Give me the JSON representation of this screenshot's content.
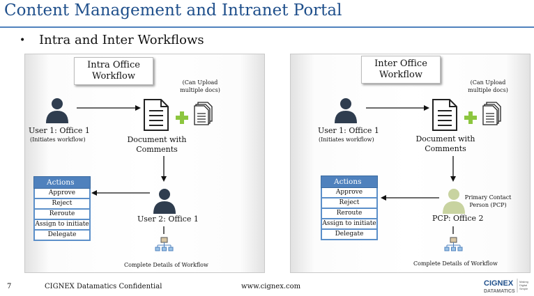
{
  "slide": {
    "title": "Content Management and Intranet Portal",
    "bullet": "Intra and Inter Workflows"
  },
  "intra": {
    "workflow_label": "Intra Office Workflow",
    "upload_note": "(Can Upload multiple docs)",
    "user1": "User 1: Office 1",
    "initiates": "(Initiates workflow)",
    "document": "Document with Comments",
    "user2": "User 2: Office 1",
    "actions_header": "Actions",
    "actions": [
      "Approve",
      "Reject",
      "Reroute",
      "Assign to initiate",
      "Delegate"
    ],
    "complete": "Complete Details of Workflow"
  },
  "inter": {
    "workflow_label": "Inter Office Workflow",
    "upload_note": "(Can Upload multiple docs)",
    "user1": "User 1: Office 1",
    "initiates": "(Initiates workflow)",
    "document": "Document with Comments",
    "pcp_note": "Primary Contact Person (PCP)",
    "pcp": "PCP: Office 2",
    "actions_header": "Actions",
    "actions": [
      "Approve",
      "Reject",
      "Reroute",
      "Assign to initiate",
      "Delegate"
    ],
    "complete": "Complete Details of Workflow"
  },
  "footer": {
    "page_number": "7",
    "confidential": "CIGNEX Datamatics Confidential",
    "website": "www.cignex.com",
    "logo_text": "CIGNEX DATAMATICS",
    "logo_tagline": "Making Digital Simple"
  },
  "colors": {
    "title": "#1f4f8b",
    "actions_header": "#4f81bd",
    "user_icon": "#2f3d4f",
    "pcp_icon": "#c8d3a0",
    "plus": "#8cc63f"
  }
}
